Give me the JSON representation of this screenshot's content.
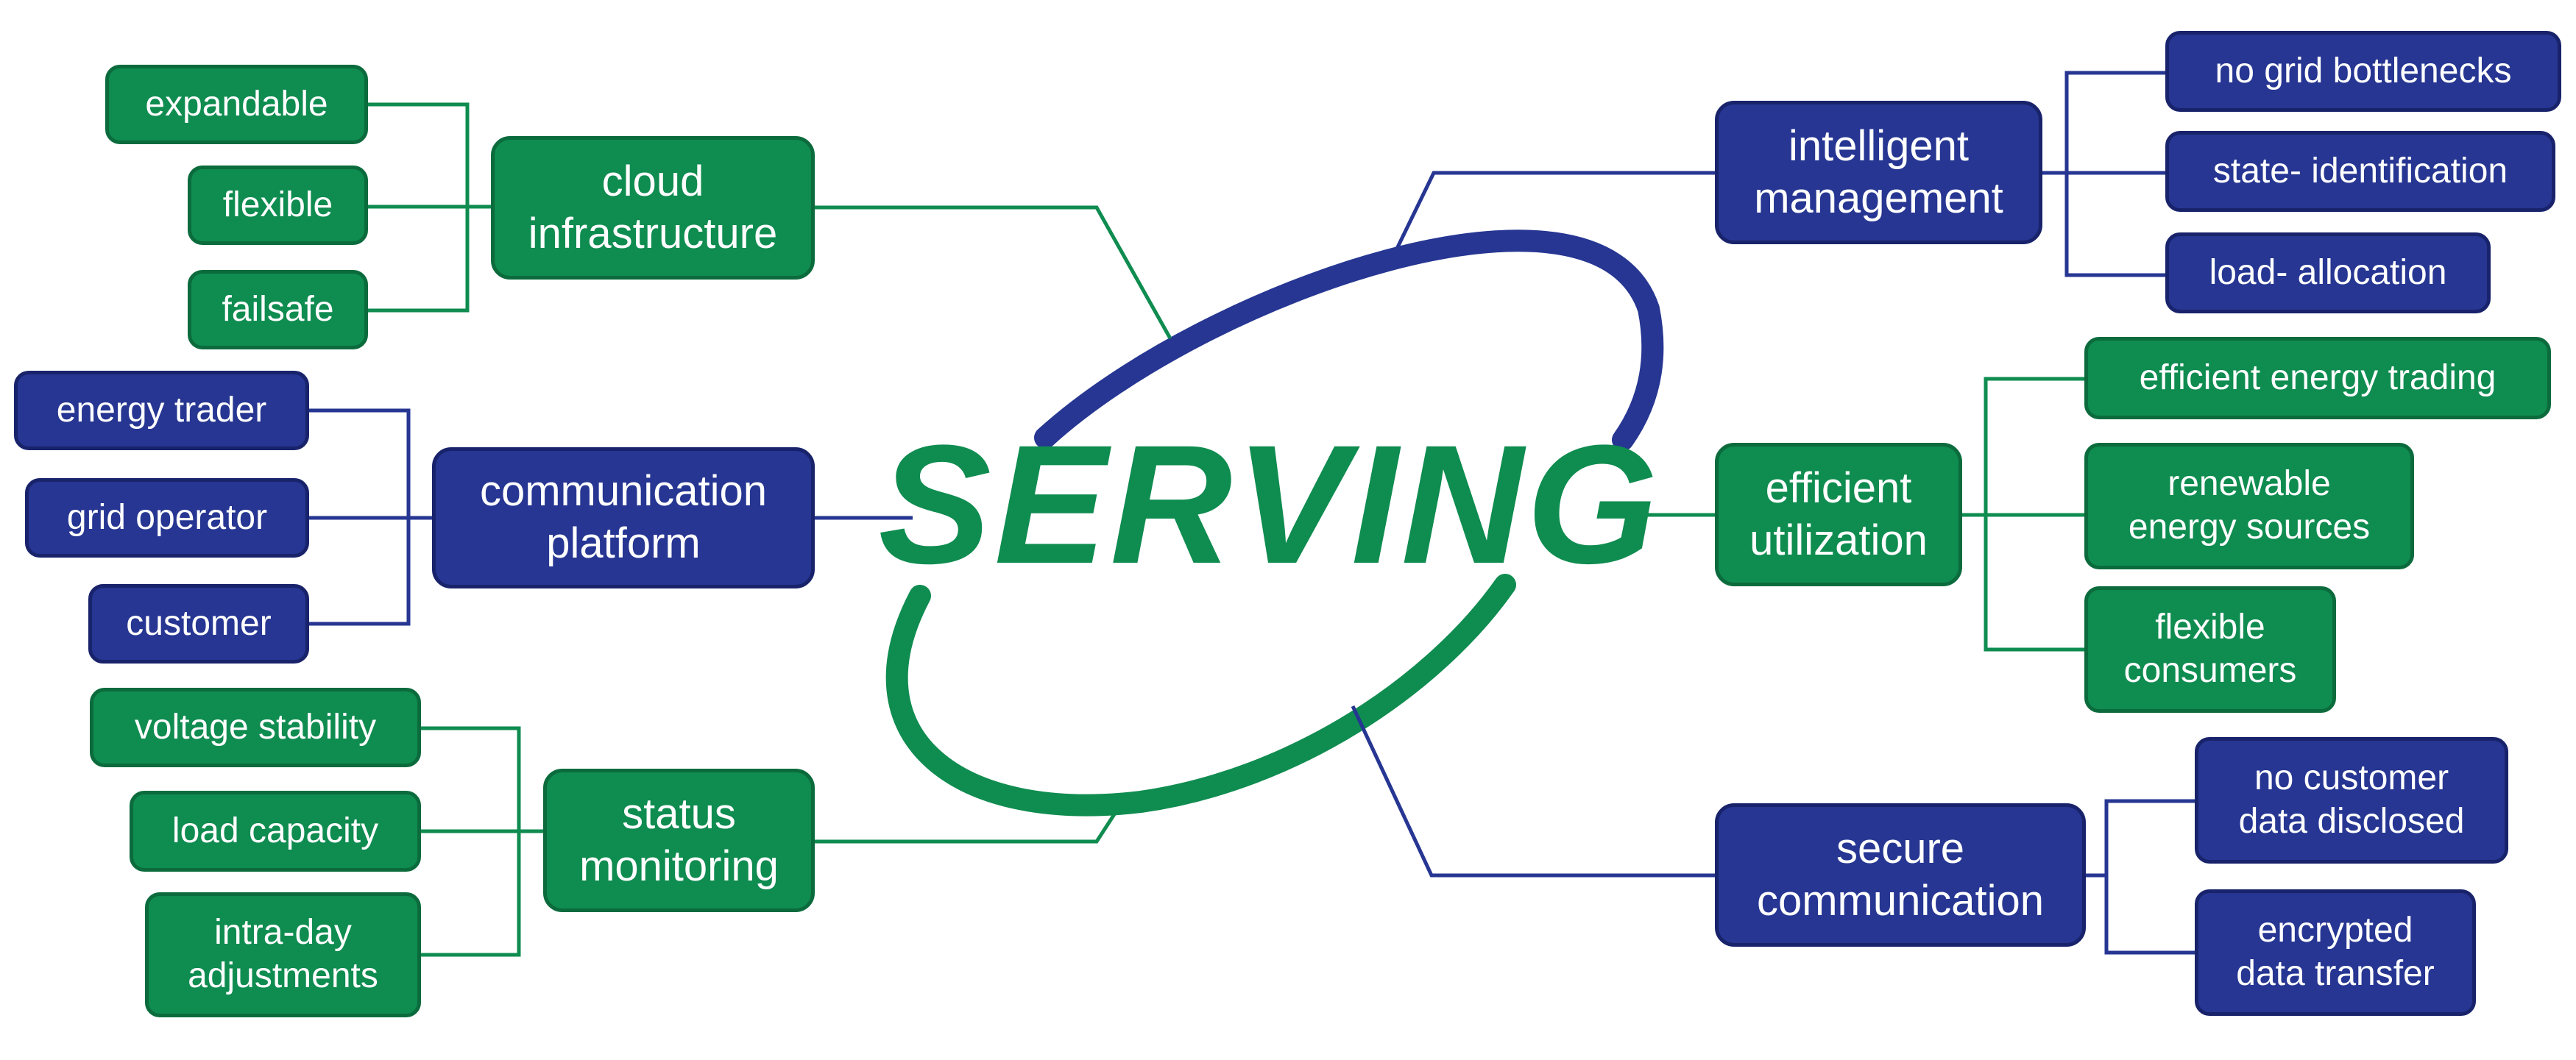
{
  "center": {
    "title": "SERVING"
  },
  "colors": {
    "green": "#0f8c50",
    "blue": "#263692"
  },
  "branches": {
    "cloud_infrastructure": {
      "label": "cloud\ninfrastructure",
      "children": [
        "expandable",
        "flexible",
        "failsafe"
      ]
    },
    "communication_platform": {
      "label": "communication\nplatform",
      "children": [
        "energy trader",
        "grid operator",
        "customer"
      ]
    },
    "status_monitoring": {
      "label": "status\nmonitoring",
      "children": [
        "voltage stability",
        "load capacity",
        "intra-day\nadjustments"
      ]
    },
    "intelligent_management": {
      "label": "intelligent\nmanagement",
      "children": [
        "no grid bottlenecks",
        "state- identification",
        "load- allocation"
      ]
    },
    "efficient_utilization": {
      "label": "efficient\nutilization",
      "children": [
        "efficient energy trading",
        "renewable\nenergy sources",
        "flexible\nconsumers"
      ]
    },
    "secure_communication": {
      "label": "secure\ncommunication",
      "children": [
        "no customer\ndata disclosed",
        "encrypted\ndata transfer"
      ]
    }
  }
}
